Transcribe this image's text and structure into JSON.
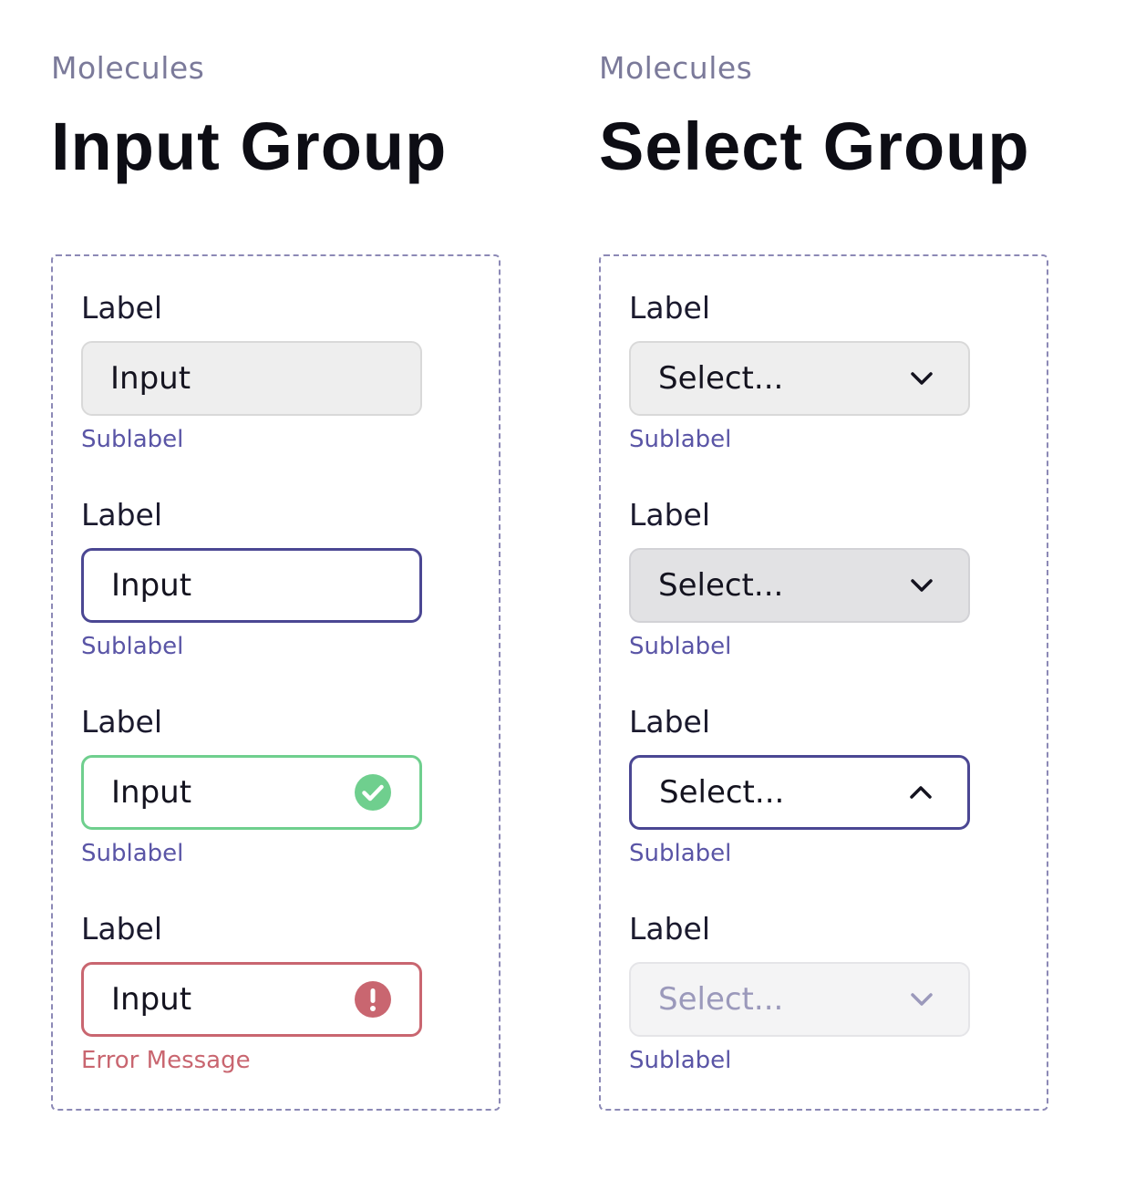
{
  "input_group": {
    "eyebrow": "Molecules",
    "title": "Input Group",
    "fields": [
      {
        "label": "Label",
        "value": "Input",
        "sublabel": "Sublabel",
        "state": "default"
      },
      {
        "label": "Label",
        "value": "Input",
        "sublabel": "Sublabel",
        "state": "focus"
      },
      {
        "label": "Label",
        "value": "Input",
        "sublabel": "Sublabel",
        "state": "success",
        "icon": "check-circle-icon"
      },
      {
        "label": "Label",
        "value": "Input",
        "sublabel": "Error Message",
        "state": "error",
        "icon": "error-circle-icon"
      }
    ]
  },
  "select_group": {
    "eyebrow": "Molecules",
    "title": "Select Group",
    "fields": [
      {
        "label": "Label",
        "value": "Select...",
        "sublabel": "Sublabel",
        "state": "default",
        "icon": "chevron-down-icon"
      },
      {
        "label": "Label",
        "value": "Select...",
        "sublabel": "Sublabel",
        "state": "hover",
        "icon": "chevron-down-icon"
      },
      {
        "label": "Label",
        "value": "Select...",
        "sublabel": "Sublabel",
        "state": "open",
        "icon": "chevron-up-icon"
      },
      {
        "label": "Label",
        "value": "Select...",
        "sublabel": "Sublabel",
        "state": "disabled",
        "icon": "chevron-down-icon"
      }
    ]
  },
  "colors": {
    "accent": "#4b4793",
    "success": "#6fcf8e",
    "error": "#c96670",
    "sublabel": "#5a55a6"
  }
}
